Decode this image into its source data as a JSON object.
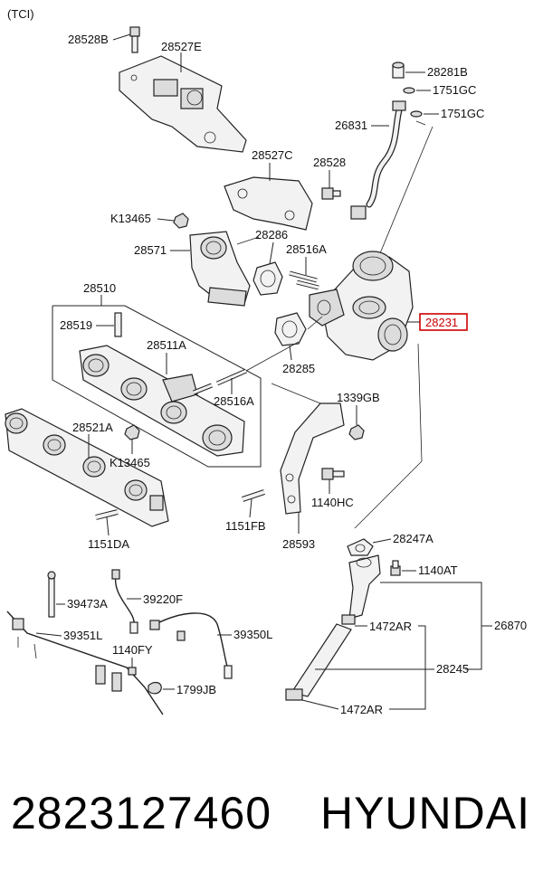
{
  "diagram": {
    "variant": "(TCI)",
    "labels": {
      "p28528B": "28528B",
      "p28527E": "28527E",
      "p28281B": "28281B",
      "p1751GC_a": "1751GC",
      "p1751GC_b": "1751GC",
      "p26831": "26831",
      "p28527C": "28527C",
      "p28528": "28528",
      "pK13465_a": "K13465",
      "p28571": "28571",
      "p28286": "28286",
      "p28516A_a": "28516A",
      "p28231": "28231",
      "p28510": "28510",
      "p28519": "28519",
      "p28511A": "28511A",
      "p28285": "28285",
      "p28516A_b": "28516A",
      "p1339GB": "1339GB",
      "p28521A": "28521A",
      "pK13465_b": "K13465",
      "p1140HC": "1140HC",
      "p1151FB": "1151FB",
      "p28593": "28593",
      "p1151DA": "1151DA",
      "p28247A": "28247A",
      "p1140AT": "1140AT",
      "p39473A": "39473A",
      "p39220F": "39220F",
      "p26870": "26870",
      "p39351L": "39351L",
      "p1472AR_a": "1472AR",
      "p39350L": "39350L",
      "p1140FY": "1140FY",
      "p28245": "28245",
      "p1799JB": "1799JB",
      "p1472AR_b": "1472AR"
    },
    "highlight_color": "#cc0000"
  },
  "footer": {
    "part_number": "2823127460",
    "brand": "HYUNDAI"
  }
}
